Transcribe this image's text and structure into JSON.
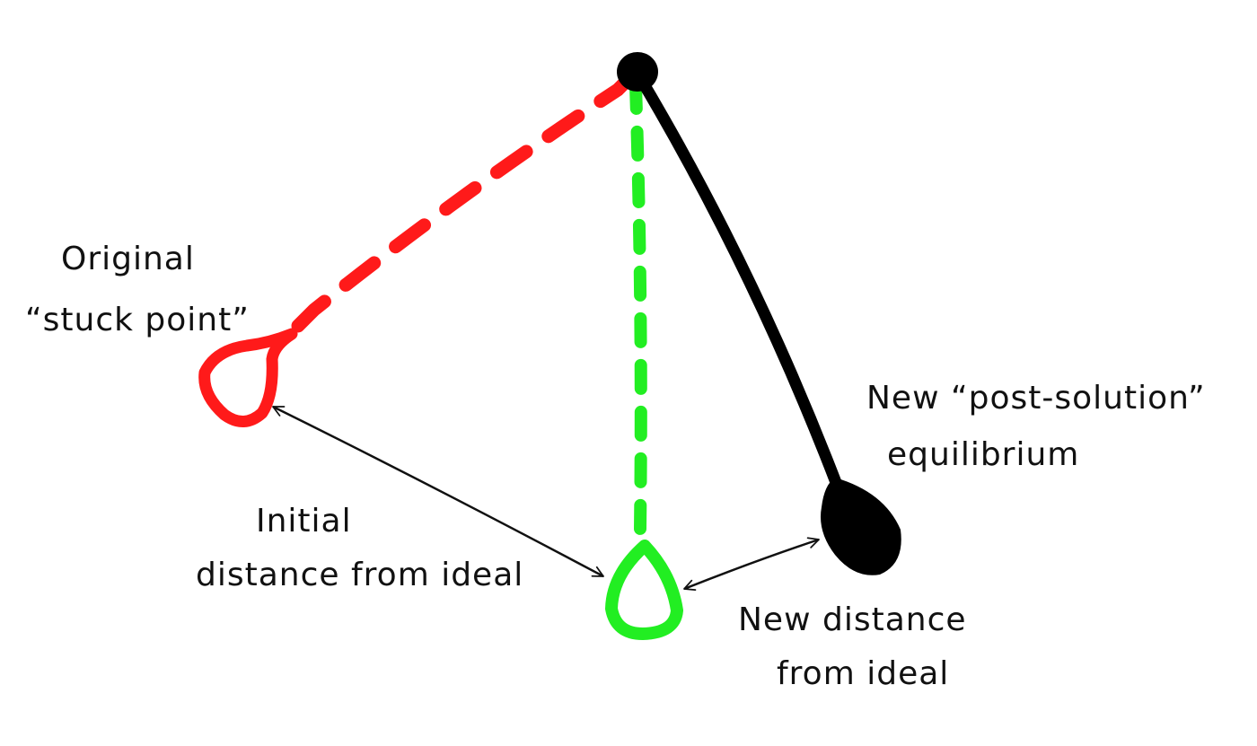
{
  "colors": {
    "background": "#ffffff",
    "original_path": "#ff1a1a",
    "ideal_path": "#22ee22",
    "pendulum": "#000000",
    "annotation": "#111111"
  },
  "labels": {
    "original_line1": "Original",
    "original_line2": "“stuck point”",
    "initial_line1": "Initial",
    "initial_line2": "distance from ideal",
    "new_eq_line1": "New “post-solution”",
    "new_eq_line2": "equilibrium",
    "new_dist_line1": "New distance",
    "new_dist_line2": "from ideal"
  }
}
